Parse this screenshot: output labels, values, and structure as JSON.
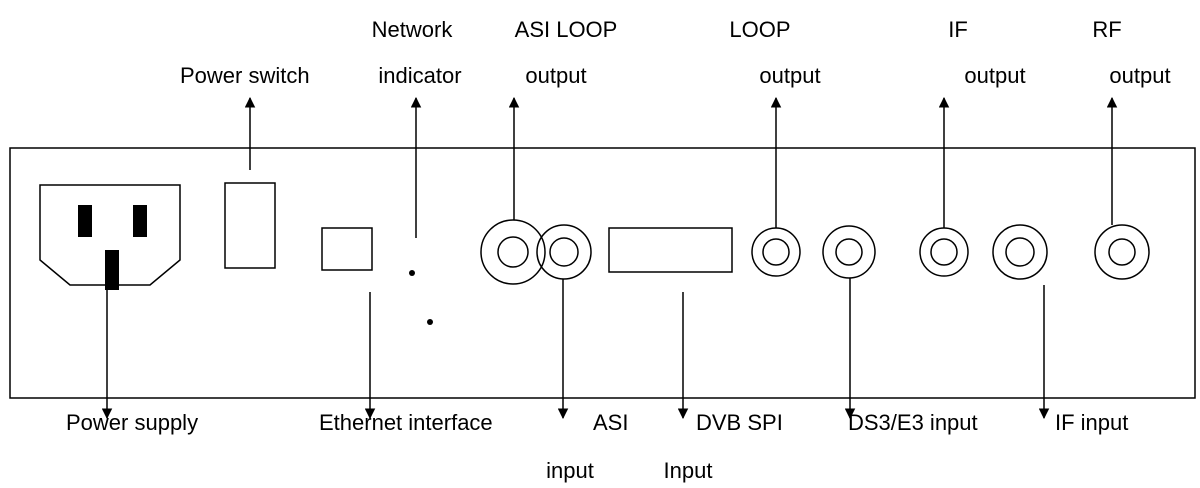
{
  "labels": {
    "power_switch": "Power switch",
    "network_1": "Network",
    "network_2": "indicator",
    "asi_loop_1": "ASI LOOP",
    "asi_loop_2": "output",
    "loop_1": "LOOP",
    "loop_2": "output",
    "if_out_1": "IF",
    "if_out_2": "output",
    "rf_out_1": "RF",
    "rf_out_2": "output",
    "power_supply": "Power supply",
    "ethernet": "Ethernet interface",
    "asi_in_1": "ASI",
    "asi_in_2": "input",
    "dvb_spi_1": "DVB SPI",
    "dvb_spi_2": "Input",
    "ds3": "DS3/E3 input",
    "if_in": "IF input"
  },
  "colors": {
    "stroke": "#000000",
    "background": "#ffffff"
  }
}
